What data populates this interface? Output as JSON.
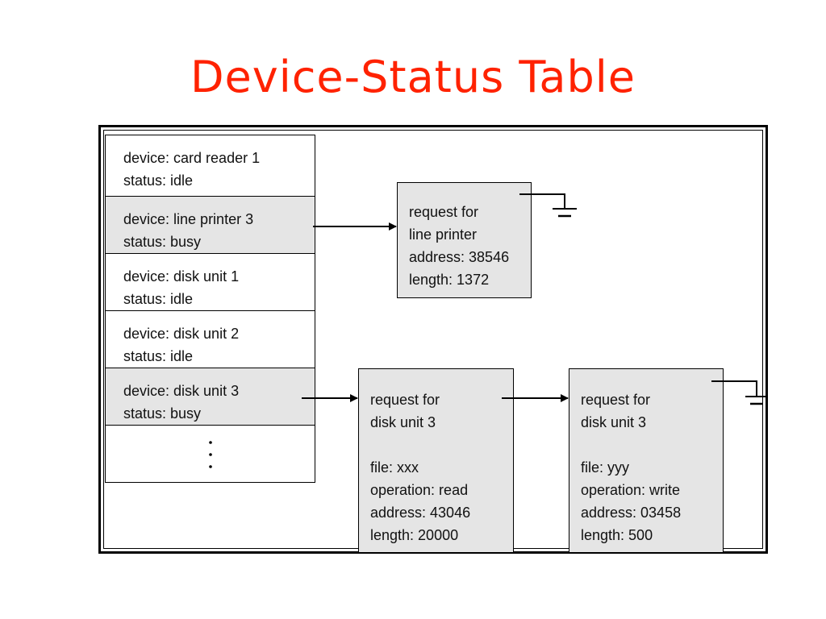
{
  "title": "Device-Status Table",
  "colors": {
    "title": "#ff2200",
    "busy_fill": "#e5e5e5",
    "request_fill": "#e5e5e5",
    "lines": "#000000"
  },
  "devices": [
    {
      "device": "device: card reader 1",
      "status": "status: idle"
    },
    {
      "device": "device: line printer 3",
      "status": "status: busy"
    },
    {
      "device": "device: disk unit 1",
      "status": "status: idle"
    },
    {
      "device": "device: disk unit 2",
      "status": "status: idle"
    },
    {
      "device": "device: disk unit 3",
      "status": "status: busy"
    }
  ],
  "printer_request": {
    "lines": [
      "request for",
      "line printer",
      "address: 38546",
      "length: 1372"
    ]
  },
  "disk_requests": [
    {
      "lines": [
        "request for",
        "disk unit 3",
        "",
        "file: xxx",
        "operation: read",
        "address: 43046",
        "length: 20000"
      ]
    },
    {
      "lines": [
        "request for",
        "disk unit 3",
        "",
        "file: yyy",
        "operation: write",
        "address: 03458",
        "length: 500"
      ]
    }
  ]
}
